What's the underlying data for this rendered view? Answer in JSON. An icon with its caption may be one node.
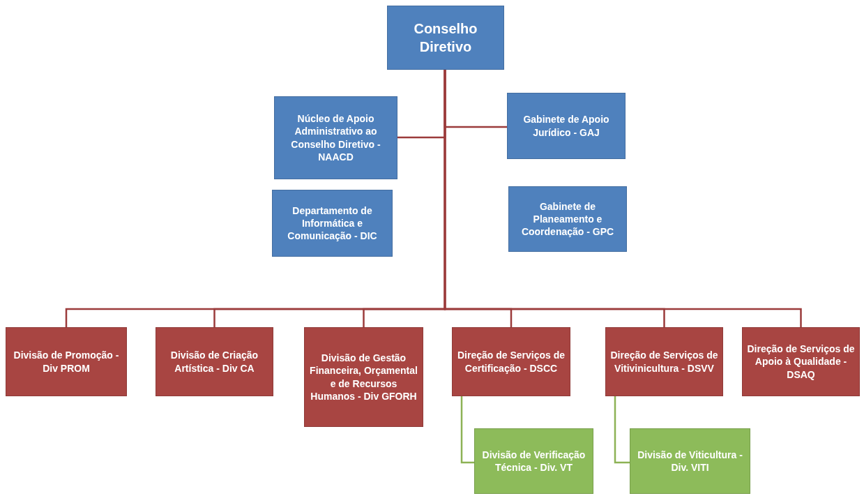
{
  "diagram": {
    "nodes": [
      {
        "text": [
          "Conselho Diretivo"
        ]
      },
      {
        "text": [
          "Núcleo de Apoio Administrativo ao Conselho Diretivo - NAACD"
        ]
      },
      {
        "text": [
          "Gabinete de Apoio Jurídico - GAJ"
        ]
      },
      {
        "text": [
          "Departamento de Informática e Comunicação - DIC"
        ]
      },
      {
        "text": [
          "Gabinete de Planeamento e Coordenação - GPC"
        ]
      },
      {
        "text": [
          "Divisão de Promoção - Div PROM"
        ]
      },
      {
        "text": [
          "Divisão de Criação Artística - Div CA"
        ]
      },
      {
        "text": [
          "Divisão de Gestão Financeira, Orçamental e de Recursos Humanos - Div GFORH"
        ]
      },
      {
        "text": [
          "Direção de Serviços de Certificação - DSCC"
        ]
      },
      {
        "text": [
          "Direção de Serviços de Vitivinicultura - DSVV"
        ]
      },
      {
        "text": [
          "Direção de Serviços de Apoio à Qualidade - DSAQ"
        ]
      },
      {
        "text": [
          "Divisão de Verificação Técnica - Div. VT"
        ]
      },
      {
        "text": [
          "Divisão de Viticultura - Div. VITI"
        ]
      }
    ],
    "edges": [
      {
        "from": 0,
        "to": 1,
        "arrow": "none"
      },
      {
        "from": 0,
        "to": 2,
        "arrow": "none"
      },
      {
        "from": 0,
        "to": 5,
        "arrow": "none"
      },
      {
        "from": 0,
        "to": 6,
        "arrow": "none"
      },
      {
        "from": 0,
        "to": 7,
        "arrow": "none"
      },
      {
        "from": 0,
        "to": 8,
        "arrow": "none"
      },
      {
        "from": 0,
        "to": 9,
        "arrow": "none"
      },
      {
        "from": 0,
        "to": 10,
        "arrow": "none"
      },
      {
        "from": 8,
        "to": 11,
        "arrow": "none",
        "color": "#8db255"
      },
      {
        "from": 9,
        "to": 12,
        "arrow": "none",
        "color": "#8db255"
      }
    ]
  }
}
